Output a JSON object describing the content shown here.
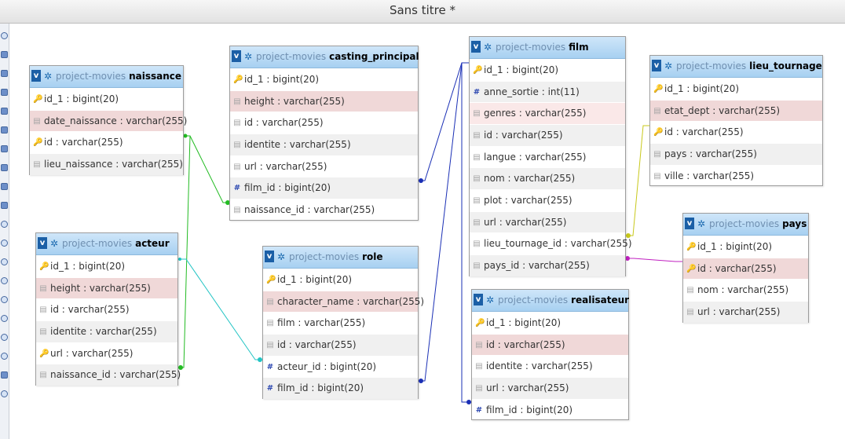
{
  "window": {
    "title": "Sans titre *"
  },
  "schema": "project-movies",
  "tables": {
    "naissance": {
      "name": "naissance",
      "columns": [
        {
          "label": "id_1 : bigint(20)",
          "icon": "key"
        },
        {
          "label": "date_naissance : varchar(255)",
          "icon": "column"
        },
        {
          "label": "id : varchar(255)",
          "icon": "key"
        },
        {
          "label": "lieu_naissance : varchar(255)",
          "icon": "column"
        }
      ]
    },
    "acteur": {
      "name": "acteur",
      "columns": [
        {
          "label": "id_1 : bigint(20)",
          "icon": "key"
        },
        {
          "label": "height : varchar(255)",
          "icon": "column"
        },
        {
          "label": "id : varchar(255)",
          "icon": "column"
        },
        {
          "label": "identite : varchar(255)",
          "icon": "column"
        },
        {
          "label": "url : varchar(255)",
          "icon": "key"
        },
        {
          "label": "naissance_id : varchar(255)",
          "icon": "column"
        }
      ]
    },
    "casting_principal": {
      "name": "casting_principal",
      "columns": [
        {
          "label": "id_1 : bigint(20)",
          "icon": "key"
        },
        {
          "label": "height : varchar(255)",
          "icon": "column"
        },
        {
          "label": "id : varchar(255)",
          "icon": "column"
        },
        {
          "label": "identite : varchar(255)",
          "icon": "column"
        },
        {
          "label": "url : varchar(255)",
          "icon": "column"
        },
        {
          "label": "film_id : bigint(20)",
          "icon": "numeric"
        },
        {
          "label": "naissance_id : varchar(255)",
          "icon": "column"
        }
      ]
    },
    "role": {
      "name": "role",
      "columns": [
        {
          "label": "id_1 : bigint(20)",
          "icon": "key"
        },
        {
          "label": "character_name : varchar(255)",
          "icon": "column"
        },
        {
          "label": "film : varchar(255)",
          "icon": "column"
        },
        {
          "label": "id : varchar(255)",
          "icon": "column"
        },
        {
          "label": "acteur_id : bigint(20)",
          "icon": "numeric"
        },
        {
          "label": "film_id : bigint(20)",
          "icon": "numeric"
        }
      ]
    },
    "film": {
      "name": "film",
      "columns": [
        {
          "label": "id_1 : bigint(20)",
          "icon": "key"
        },
        {
          "label": "anne_sortie : int(11)",
          "icon": "numeric"
        },
        {
          "label": "genres : varchar(255)",
          "icon": "column"
        },
        {
          "label": "id : varchar(255)",
          "icon": "column"
        },
        {
          "label": "langue : varchar(255)",
          "icon": "column"
        },
        {
          "label": "nom : varchar(255)",
          "icon": "column"
        },
        {
          "label": "plot : varchar(255)",
          "icon": "column"
        },
        {
          "label": "url : varchar(255)",
          "icon": "column"
        },
        {
          "label": "lieu_tournage_id : varchar(255)",
          "icon": "column"
        },
        {
          "label": "pays_id : varchar(255)",
          "icon": "column"
        }
      ]
    },
    "realisateur": {
      "name": "realisateur",
      "columns": [
        {
          "label": "id_1 : bigint(20)",
          "icon": "key"
        },
        {
          "label": "id : varchar(255)",
          "icon": "column"
        },
        {
          "label": "identite : varchar(255)",
          "icon": "column"
        },
        {
          "label": "url : varchar(255)",
          "icon": "column"
        },
        {
          "label": "film_id : bigint(20)",
          "icon": "numeric"
        }
      ]
    },
    "lieu_tournage": {
      "name": "lieu_tournage",
      "columns": [
        {
          "label": "id_1 : bigint(20)",
          "icon": "key"
        },
        {
          "label": "etat_dept : varchar(255)",
          "icon": "column"
        },
        {
          "label": "id : varchar(255)",
          "icon": "key"
        },
        {
          "label": "pays : varchar(255)",
          "icon": "column"
        },
        {
          "label": "ville : varchar(255)",
          "icon": "column"
        }
      ]
    },
    "pays": {
      "name": "pays",
      "columns": [
        {
          "label": "id_1 : bigint(20)",
          "icon": "key"
        },
        {
          "label": "id : varchar(255)",
          "icon": "key"
        },
        {
          "label": "nom : varchar(255)",
          "icon": "column"
        },
        {
          "label": "url : varchar(255)",
          "icon": "column"
        }
      ]
    }
  },
  "relations": [
    {
      "from": "naissance.id",
      "to": "casting_principal.naissance_id",
      "color": "#22bb22"
    },
    {
      "from": "naissance.id",
      "to": "acteur.naissance_id",
      "color": "#22bb22"
    },
    {
      "from": "acteur.id_1",
      "to": "role.acteur_id",
      "color": "#22c4c4"
    },
    {
      "from": "film.id_1",
      "to": "casting_principal.film_id",
      "color": "#1a2fb5"
    },
    {
      "from": "film.id_1",
      "to": "role.film_id",
      "color": "#1a2fb5"
    },
    {
      "from": "film.id_1",
      "to": "realisateur.film_id",
      "color": "#1a2fb5"
    },
    {
      "from": "lieu_tournage.id",
      "to": "film.lieu_tournage_id",
      "color": "#c8c81a"
    },
    {
      "from": "pays.id",
      "to": "film.pays_id",
      "color": "#c020c0"
    }
  ]
}
